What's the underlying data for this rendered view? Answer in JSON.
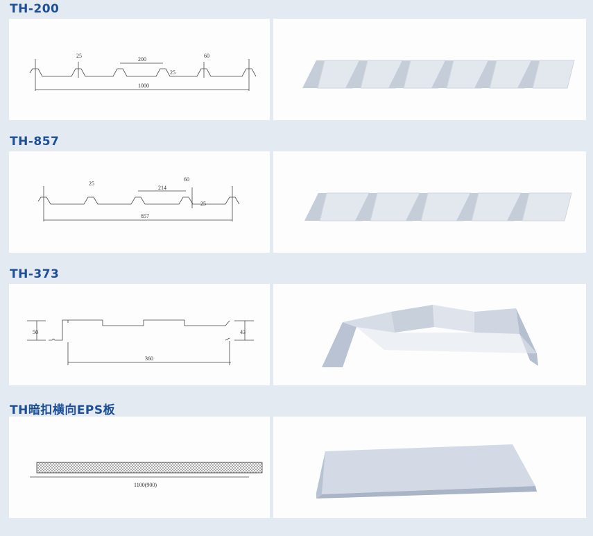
{
  "sections": [
    {
      "title": "TH-200",
      "dims": {
        "rib": "25",
        "pitch": "200",
        "top": "60",
        "height": "25",
        "width": "1000"
      }
    },
    {
      "title": "TH-857",
      "dims": {
        "rib": "25",
        "pitch": "214",
        "top": "60",
        "height": "25",
        "width": "857"
      }
    },
    {
      "title": "TH-373",
      "dims": {
        "left_height": "50",
        "right_height": "43",
        "width": "360"
      }
    },
    {
      "title": "TH暗扣横向EPS板",
      "dims": {
        "width": "1100(900)"
      }
    }
  ],
  "colors": {
    "title": "#1d4f96",
    "background": "#e3eaf2",
    "panel": "#fdfdfd"
  }
}
